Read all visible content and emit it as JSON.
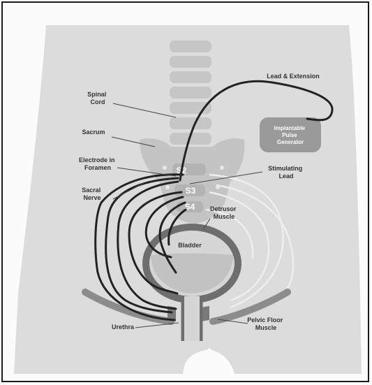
{
  "labels": {
    "spinal_cord": [
      "Spinal",
      "Cord"
    ],
    "sacrum": "Sacrum",
    "electrode": [
      "Electrode in",
      "Foramen"
    ],
    "sacral_nerve": [
      "Sacral",
      "Nerve"
    ],
    "lead_extension": "Lead & Extension",
    "generator": [
      "Implantable",
      "Pulse",
      "Generator"
    ],
    "stimulating_lead": [
      "Stimulating",
      "Lead"
    ],
    "detrusor": [
      "Detrusor",
      "Muscle"
    ],
    "bladder": "Bladder",
    "urethra": "Urethra",
    "pelvic_floor": [
      "Pelvic Floor",
      "Muscle"
    ]
  },
  "vertebrae": [
    "S2",
    "S3",
    "S4"
  ],
  "colors": {
    "body": "#dcdcdc",
    "bone": "#c4c4c4",
    "bone_dark": "#b3b3b3",
    "nerve": "#222222",
    "muscle": "#8c8c8c",
    "frame": "#1a1a1a"
  }
}
